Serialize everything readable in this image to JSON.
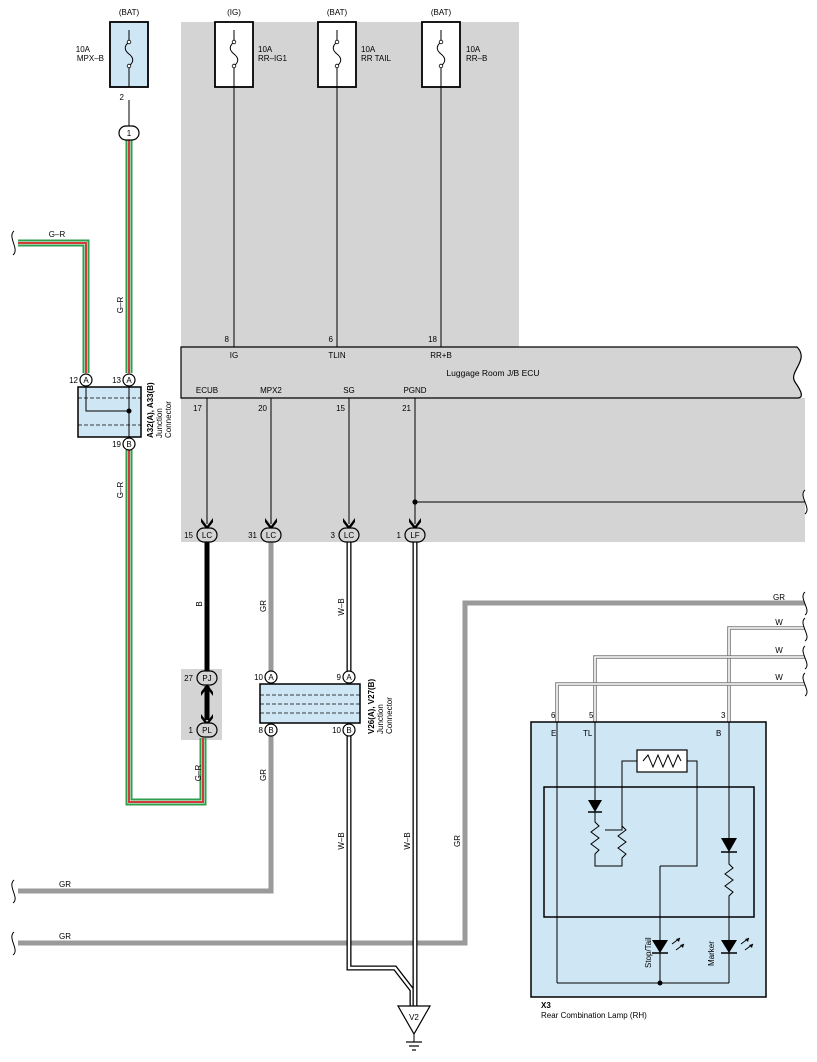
{
  "fuses": [
    {
      "supply": "(BAT)",
      "rating": "10A",
      "name": "MPX–B",
      "pin": "2"
    },
    {
      "supply": "(IG)",
      "rating": "10A",
      "name": "RR–IG1"
    },
    {
      "supply": "(BAT)",
      "rating": "10A",
      "name": "RR TAIL"
    },
    {
      "supply": "(BAT)",
      "rating": "10A",
      "name": "RR–B"
    }
  ],
  "ecu": {
    "name": "Luggage Room J/B ECU",
    "top_pins": [
      {
        "num": "8",
        "name": "IG"
      },
      {
        "num": "6",
        "name": "TLIN"
      },
      {
        "num": "18",
        "name": "RR+B"
      }
    ],
    "bottom_pins": [
      {
        "num": "17",
        "name": "ECUB",
        "conn_pin": "15",
        "conn": "LC"
      },
      {
        "num": "20",
        "name": "MPX2",
        "conn_pin": "31",
        "conn": "LC"
      },
      {
        "num": "15",
        "name": "SG",
        "conn_pin": "3",
        "conn": "LC"
      },
      {
        "num": "21",
        "name": "PGND",
        "conn_pin": "1",
        "conn": "LF"
      }
    ]
  },
  "junction_a": {
    "title": "A32(A), A33(B)",
    "subtitle": "Junction Connector",
    "pins": [
      {
        "num": "12",
        "tag": "A"
      },
      {
        "num": "13",
        "tag": "A"
      },
      {
        "num": "19",
        "tag": "B"
      }
    ]
  },
  "junction_v": {
    "title": "V26(A), V27(B)",
    "subtitle": "Junction Connector",
    "pins": [
      {
        "num": "10",
        "tag": "A"
      },
      {
        "num": "9",
        "tag": "A"
      },
      {
        "num": "8",
        "tag": "B"
      },
      {
        "num": "10",
        "tag": "B"
      }
    ]
  },
  "connectors": {
    "top": {
      "num": "1",
      "label": "1"
    },
    "pj": {
      "num": "27",
      "label": "PJ"
    },
    "pl": {
      "num": "1",
      "label": "PL"
    }
  },
  "wire_colors": {
    "g_r_in": "G–R",
    "g_r_fuse": "G–R",
    "g_r_lower": "G–R",
    "g_r_pl": "G–R",
    "b": "B",
    "gr_mpx": "GR",
    "w_b_sg": "W–B",
    "gr_mid": "GR",
    "w_b_lower": "W–B",
    "w_b_pgnd": "W–B",
    "gr_out1": "GR",
    "gr_out2": "GR",
    "gr_right": "GR",
    "gr_vert": "GR",
    "w1": "W",
    "w2": "W",
    "w3": "W"
  },
  "lamp": {
    "id": "X3",
    "name": "Rear Combination Lamp (RH)",
    "pins": [
      {
        "num": "6",
        "name": "E"
      },
      {
        "num": "5",
        "name": "TL"
      },
      {
        "num": "3",
        "name": "B"
      }
    ],
    "stop_tail": "Stop/Tail",
    "marker": "Marker"
  },
  "ground": {
    "label": "V2"
  },
  "colors": {
    "shade": "#d4d4d4",
    "component": "#cfe7f5",
    "wire_gray": "#9a9a9a",
    "wire_green": "#2e9e4f",
    "wire_red": "#d43a3a"
  }
}
